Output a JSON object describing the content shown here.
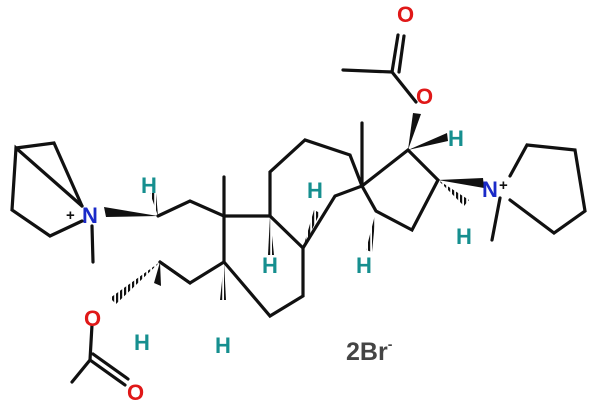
{
  "colors": {
    "bond": "#111111",
    "oxygen": "#e01818",
    "nitrogen": "#1a2ac8",
    "hydrogen": "#168f8f",
    "counterion": "#444444"
  },
  "atoms": {
    "oxygen_symbol": "O",
    "nitrogen_symbol": "N",
    "hydrogen_symbol": "H",
    "positive_charge": "+"
  },
  "counterion": {
    "text": "2Br",
    "superscript": "-"
  }
}
